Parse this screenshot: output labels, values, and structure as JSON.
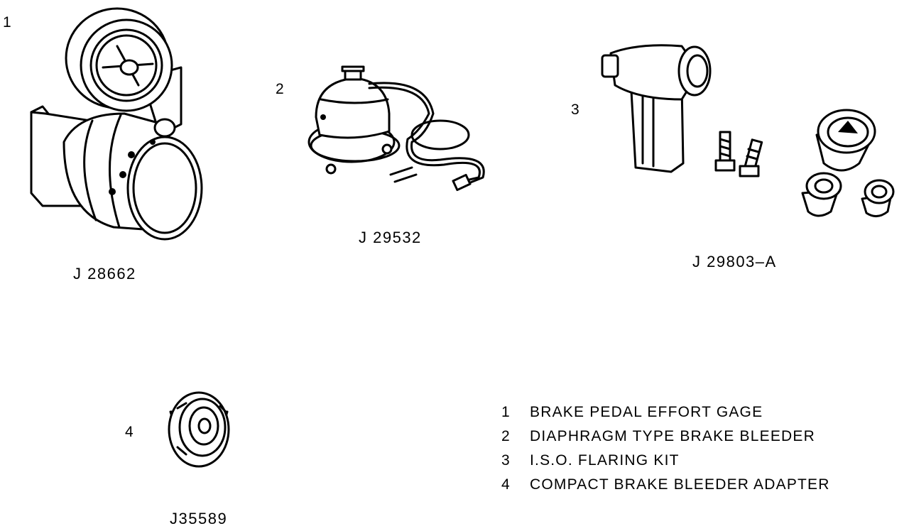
{
  "items": [
    {
      "number": "1",
      "part_no": "J 28662"
    },
    {
      "number": "2",
      "part_no": "J 29532"
    },
    {
      "number": "3",
      "part_no": "J 29803–A"
    },
    {
      "number": "4",
      "part_no": "J35589"
    }
  ],
  "legend": [
    {
      "number": "1",
      "text": "BRAKE PEDAL EFFORT GAGE"
    },
    {
      "number": "2",
      "text": "DIAPHRAGM TYPE BRAKE BLEEDER"
    },
    {
      "number": "3",
      "text": "I.S.O. FLARING KIT"
    },
    {
      "number": "4",
      "text": "COMPACT BRAKE BLEEDER ADAPTER"
    }
  ]
}
